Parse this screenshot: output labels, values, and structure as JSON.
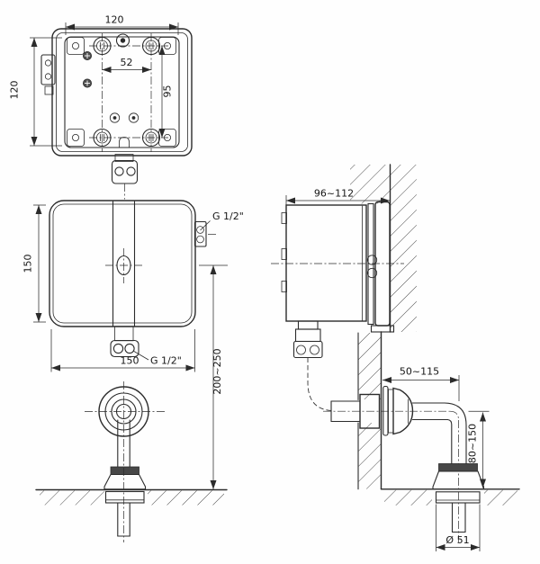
{
  "colors": {
    "line": "#2b2b2b",
    "background": "#ffffff",
    "shaded_fill": "#474747"
  },
  "views": {
    "plate": {
      "width_top": "120",
      "height_left": "120",
      "hole_spacing_horizontal": "52",
      "hole_spacing_vertical": "95"
    },
    "cover": {
      "height_left": "150",
      "width_bottom": "150",
      "side_connection": "G 1/2\"",
      "bottom_connection": "G 1/2\"",
      "center_to_floor": "200~250"
    },
    "section": {
      "box_depth": "96~112",
      "spout_reach": "50~115",
      "spout_drop": "80~150",
      "outlet_diameter": "Ø 51"
    }
  }
}
